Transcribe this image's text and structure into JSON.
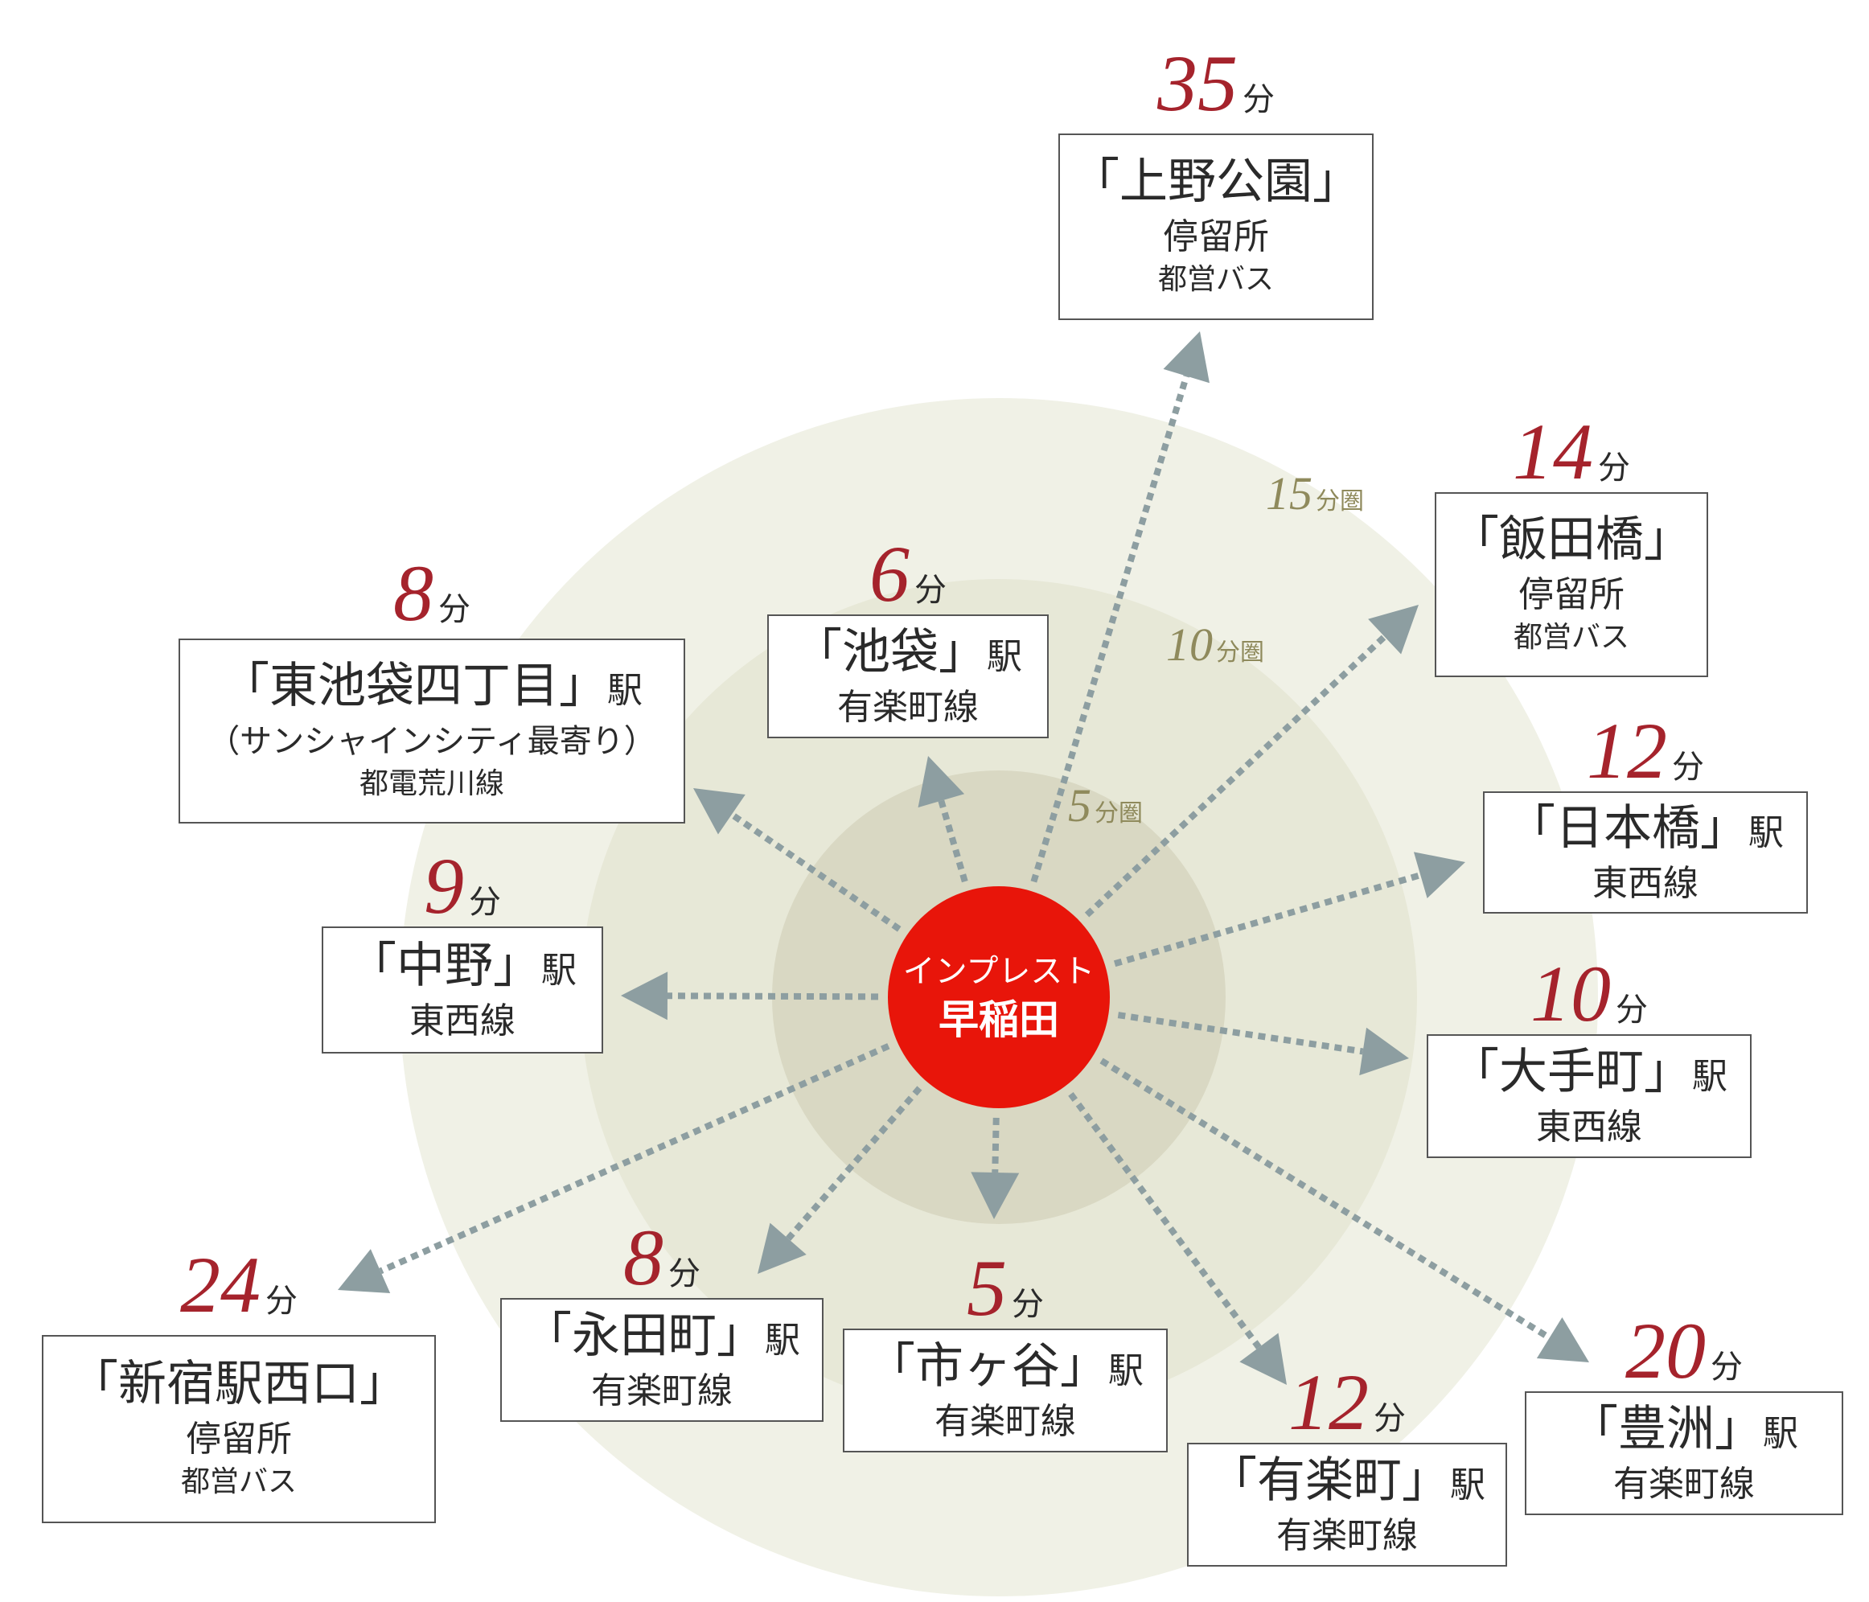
{
  "center": {
    "line1": "インプレスト",
    "line2": "早稲田",
    "color": "#e8150a"
  },
  "zones": [
    {
      "id": "z5",
      "num": "5",
      "unit": "分圏",
      "color": "#d9d8c3"
    },
    {
      "id": "z10",
      "num": "10",
      "unit": "分圏",
      "color": "#e7e8d7"
    },
    {
      "id": "z15",
      "num": "15",
      "unit": "分圏",
      "color": "#f0f1e6"
    }
  ],
  "arrow_color": "#8d9ea1",
  "destinations": [
    {
      "id": "ueno",
      "minutes": "35",
      "unit": "分",
      "name": "「上野公園」",
      "suffix": "",
      "sub1": "停留所",
      "sub2": "都営バス"
    },
    {
      "id": "iidabashi",
      "minutes": "14",
      "unit": "分",
      "name": "「飯田橋」",
      "suffix": "",
      "sub1": "停留所",
      "sub2": "都営バス"
    },
    {
      "id": "nihonbashi",
      "minutes": "12",
      "unit": "分",
      "name": "「日本橋」",
      "suffix": "駅",
      "sub1": "東西線",
      "sub2": ""
    },
    {
      "id": "otemachi",
      "minutes": "10",
      "unit": "分",
      "name": "「大手町」",
      "suffix": "駅",
      "sub1": "東西線",
      "sub2": ""
    },
    {
      "id": "toyosu",
      "minutes": "20",
      "unit": "分",
      "name": "「豊洲」",
      "suffix": "駅",
      "sub1": "有楽町線",
      "sub2": ""
    },
    {
      "id": "yurakucho",
      "minutes": "12",
      "unit": "分",
      "name": "「有楽町」",
      "suffix": "駅",
      "sub1": "有楽町線",
      "sub2": ""
    },
    {
      "id": "ichigaya",
      "minutes": "5",
      "unit": "分",
      "name": "「市ヶ谷」",
      "suffix": "駅",
      "sub1": "有楽町線",
      "sub2": ""
    },
    {
      "id": "nagatacho",
      "minutes": "8",
      "unit": "分",
      "name": "「永田町」",
      "suffix": "駅",
      "sub1": "有楽町線",
      "sub2": ""
    },
    {
      "id": "shinjuku",
      "minutes": "24",
      "unit": "分",
      "name": "「新宿駅西口」",
      "suffix": "",
      "sub1": "停留所",
      "sub2": "都営バス"
    },
    {
      "id": "nakano",
      "minutes": "9",
      "unit": "分",
      "name": "「中野」",
      "suffix": "駅",
      "sub1": "東西線",
      "sub2": ""
    },
    {
      "id": "higashi",
      "minutes": "8",
      "unit": "分",
      "name": "「東池袋四丁目」",
      "suffix": "駅",
      "sub1": "（サンシャインシティ最寄り）",
      "sub2": "都電荒川線"
    },
    {
      "id": "ikebukuro",
      "minutes": "6",
      "unit": "分",
      "name": "「池袋」",
      "suffix": "駅",
      "sub1": "有楽町線",
      "sub2": ""
    }
  ]
}
